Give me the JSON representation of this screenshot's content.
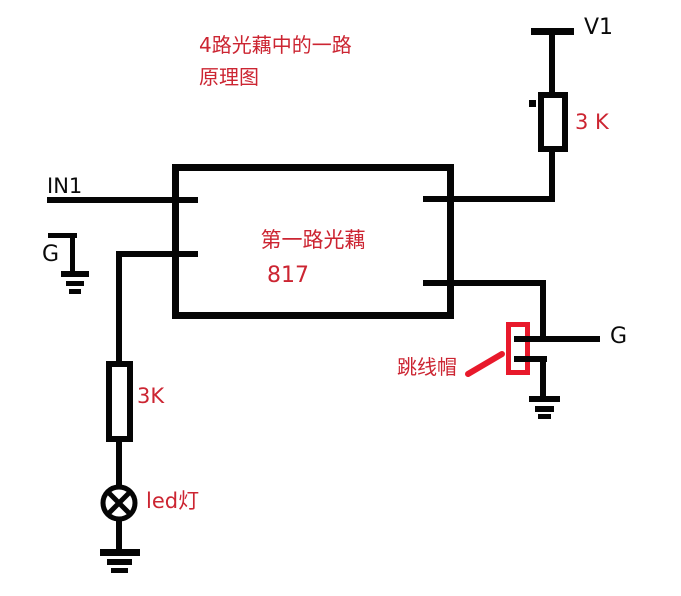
{
  "colors": {
    "annotation_red": "#cc2532",
    "jumper_red": "#e8192b",
    "ink_black": "#050505",
    "background": "#ffffff"
  },
  "schematic": {
    "title_line1": "4路光藕中的一路",
    "title_line2": "原理图",
    "power_net_label": "V1",
    "top_resistor_value": "3 K",
    "input_label": "IN1",
    "left_ground_label": "G",
    "optocoupler_name": "第一路光藕",
    "optocoupler_part": "817",
    "bottom_resistor_value": "3K",
    "led_label": "led灯",
    "jumper_cap_label": "跳线帽",
    "right_ground_label": "G"
  }
}
